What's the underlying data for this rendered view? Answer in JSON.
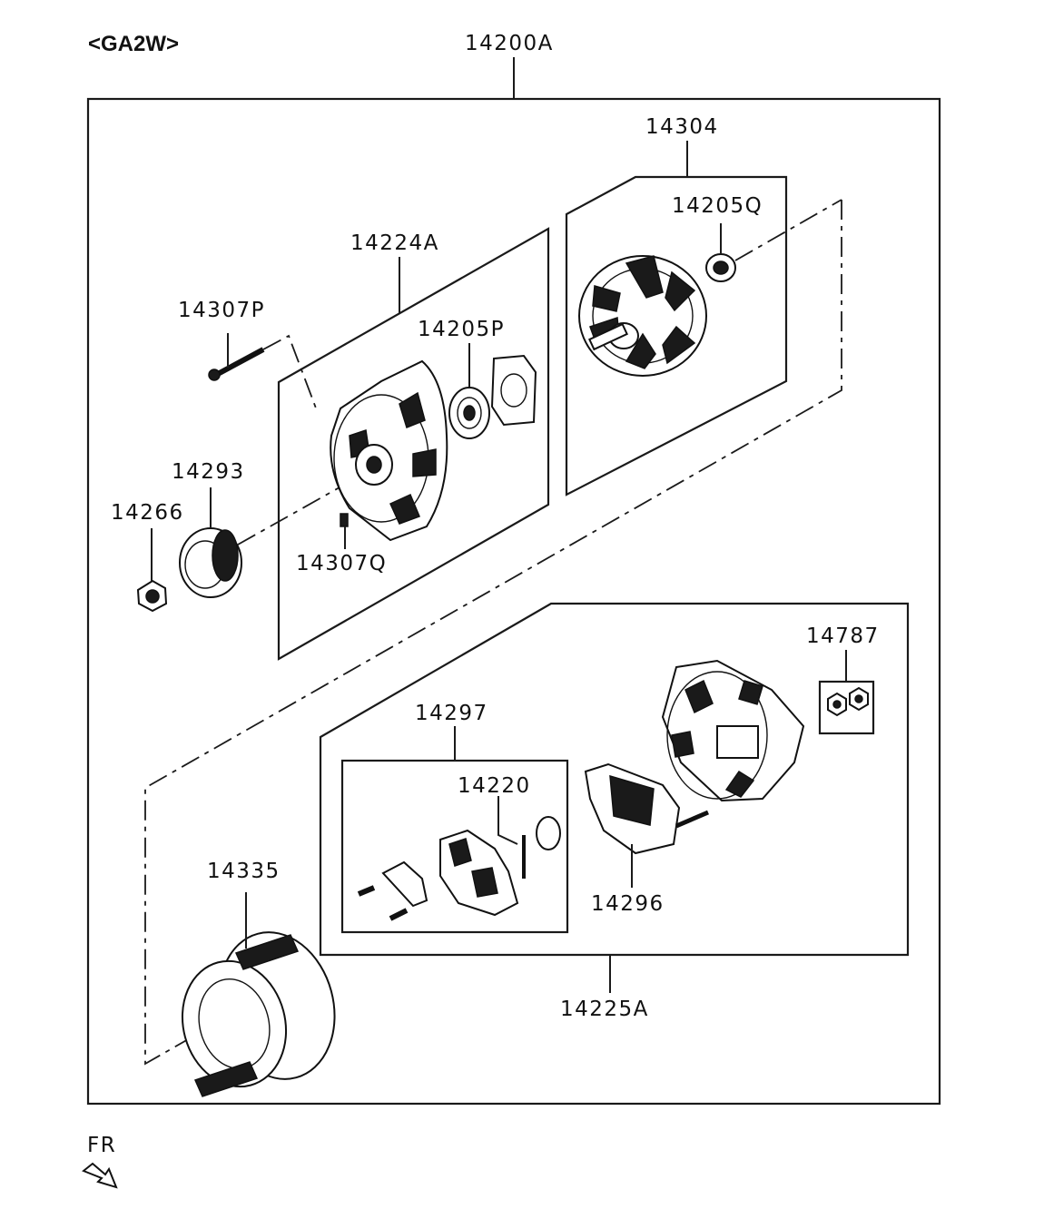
{
  "header": {
    "model_code": "<GA2W>"
  },
  "labels": {
    "p14200A": "14200A",
    "p14304": "14304",
    "p14205Q": "14205Q",
    "p14224A": "14224A",
    "p14307P": "14307P",
    "p14205P": "14205P",
    "p14293": "14293",
    "p14266": "14266",
    "p14307Q": "14307Q",
    "p14787": "14787",
    "p14297": "14297",
    "p14220": "14220",
    "p14296": "14296",
    "p14335": "14335",
    "p14225A": "14225A"
  },
  "direction": {
    "label": "FR"
  }
}
